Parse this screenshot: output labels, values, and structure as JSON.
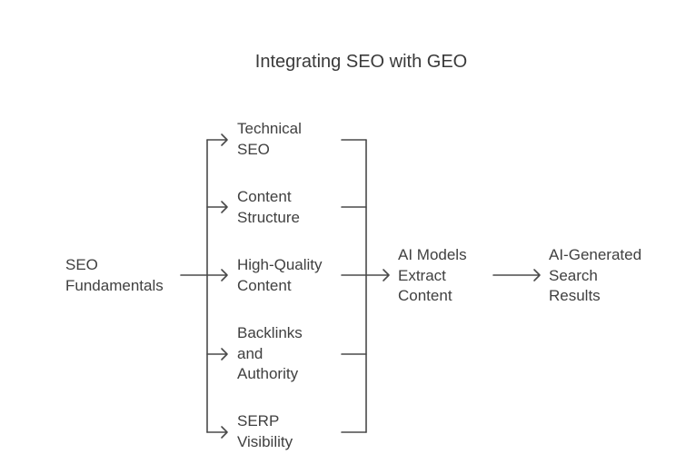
{
  "title": "Integrating SEO with GEO",
  "source": {
    "label": "SEO\nFundamentals"
  },
  "components": [
    {
      "label": "Technical\nSEO"
    },
    {
      "label": "Content\nStructure"
    },
    {
      "label": "High-Quality\nContent"
    },
    {
      "label": "Backlinks\nand\nAuthority"
    },
    {
      "label": "SERP\nVisibility"
    }
  ],
  "process": {
    "label": "AI Models\nExtract\nContent"
  },
  "result": {
    "label": "AI-Generated\nSearch\nResults"
  },
  "colors": {
    "text": "#404040",
    "line": "#4a4a4a",
    "background": "#ffffff"
  }
}
